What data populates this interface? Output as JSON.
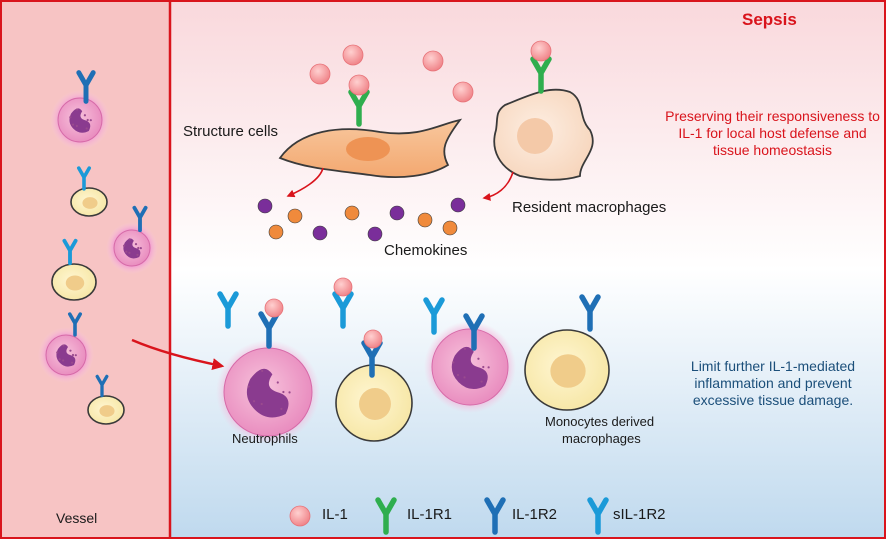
{
  "title": "Sepsis",
  "vessel_label": "Vessel",
  "cells": {
    "structure_cells": "Structure cells",
    "resident_macrophages": "Resident macrophages",
    "chemokines": "Chemokines",
    "neutrophils": "Neutrophils",
    "monocyte_macrophages_line1": "Monocytes derived",
    "monocyte_macrophages_line2": "macrophages"
  },
  "notes": {
    "top": "Preserving their responsiveness to IL-1 for local host defense and tissue homeostasis",
    "bottom": "Limit further IL-1-mediated inflammation and prevent excessive tissue damage."
  },
  "legend": [
    {
      "icon": "il1-ball-icon",
      "label": "IL-1"
    },
    {
      "icon": "il1r1-receptor-icon",
      "label": "IL-1R1"
    },
    {
      "icon": "il1r2-receptor-icon",
      "label": "IL-1R2"
    },
    {
      "icon": "sil1r2-soluble-icon",
      "label": "sIL-1R2"
    }
  ],
  "colors": {
    "il1": "#f28a8a",
    "il1r1": "#2fae4e",
    "il1r2": "#1f6fb5",
    "sil1r2": "#1b9ad8",
    "vessel": "#f7c6c6",
    "vessel_border": "#d9141c",
    "arrow": "#d9141c",
    "chemokine_purple": "#7a2e9a",
    "chemokine_orange": "#f08a3c"
  }
}
